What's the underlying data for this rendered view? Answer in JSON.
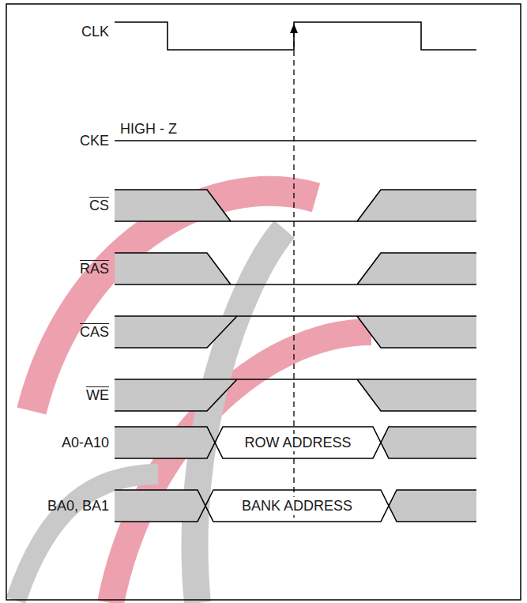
{
  "diagram": {
    "labels": [
      "CLK",
      "CKE",
      "HIGH - Z",
      "CS",
      "RAS",
      "CAS",
      "WE",
      "A0-A10",
      "ROW ADDRESS",
      "BA0, BA1",
      "BANK ADDRESS"
    ]
  }
}
